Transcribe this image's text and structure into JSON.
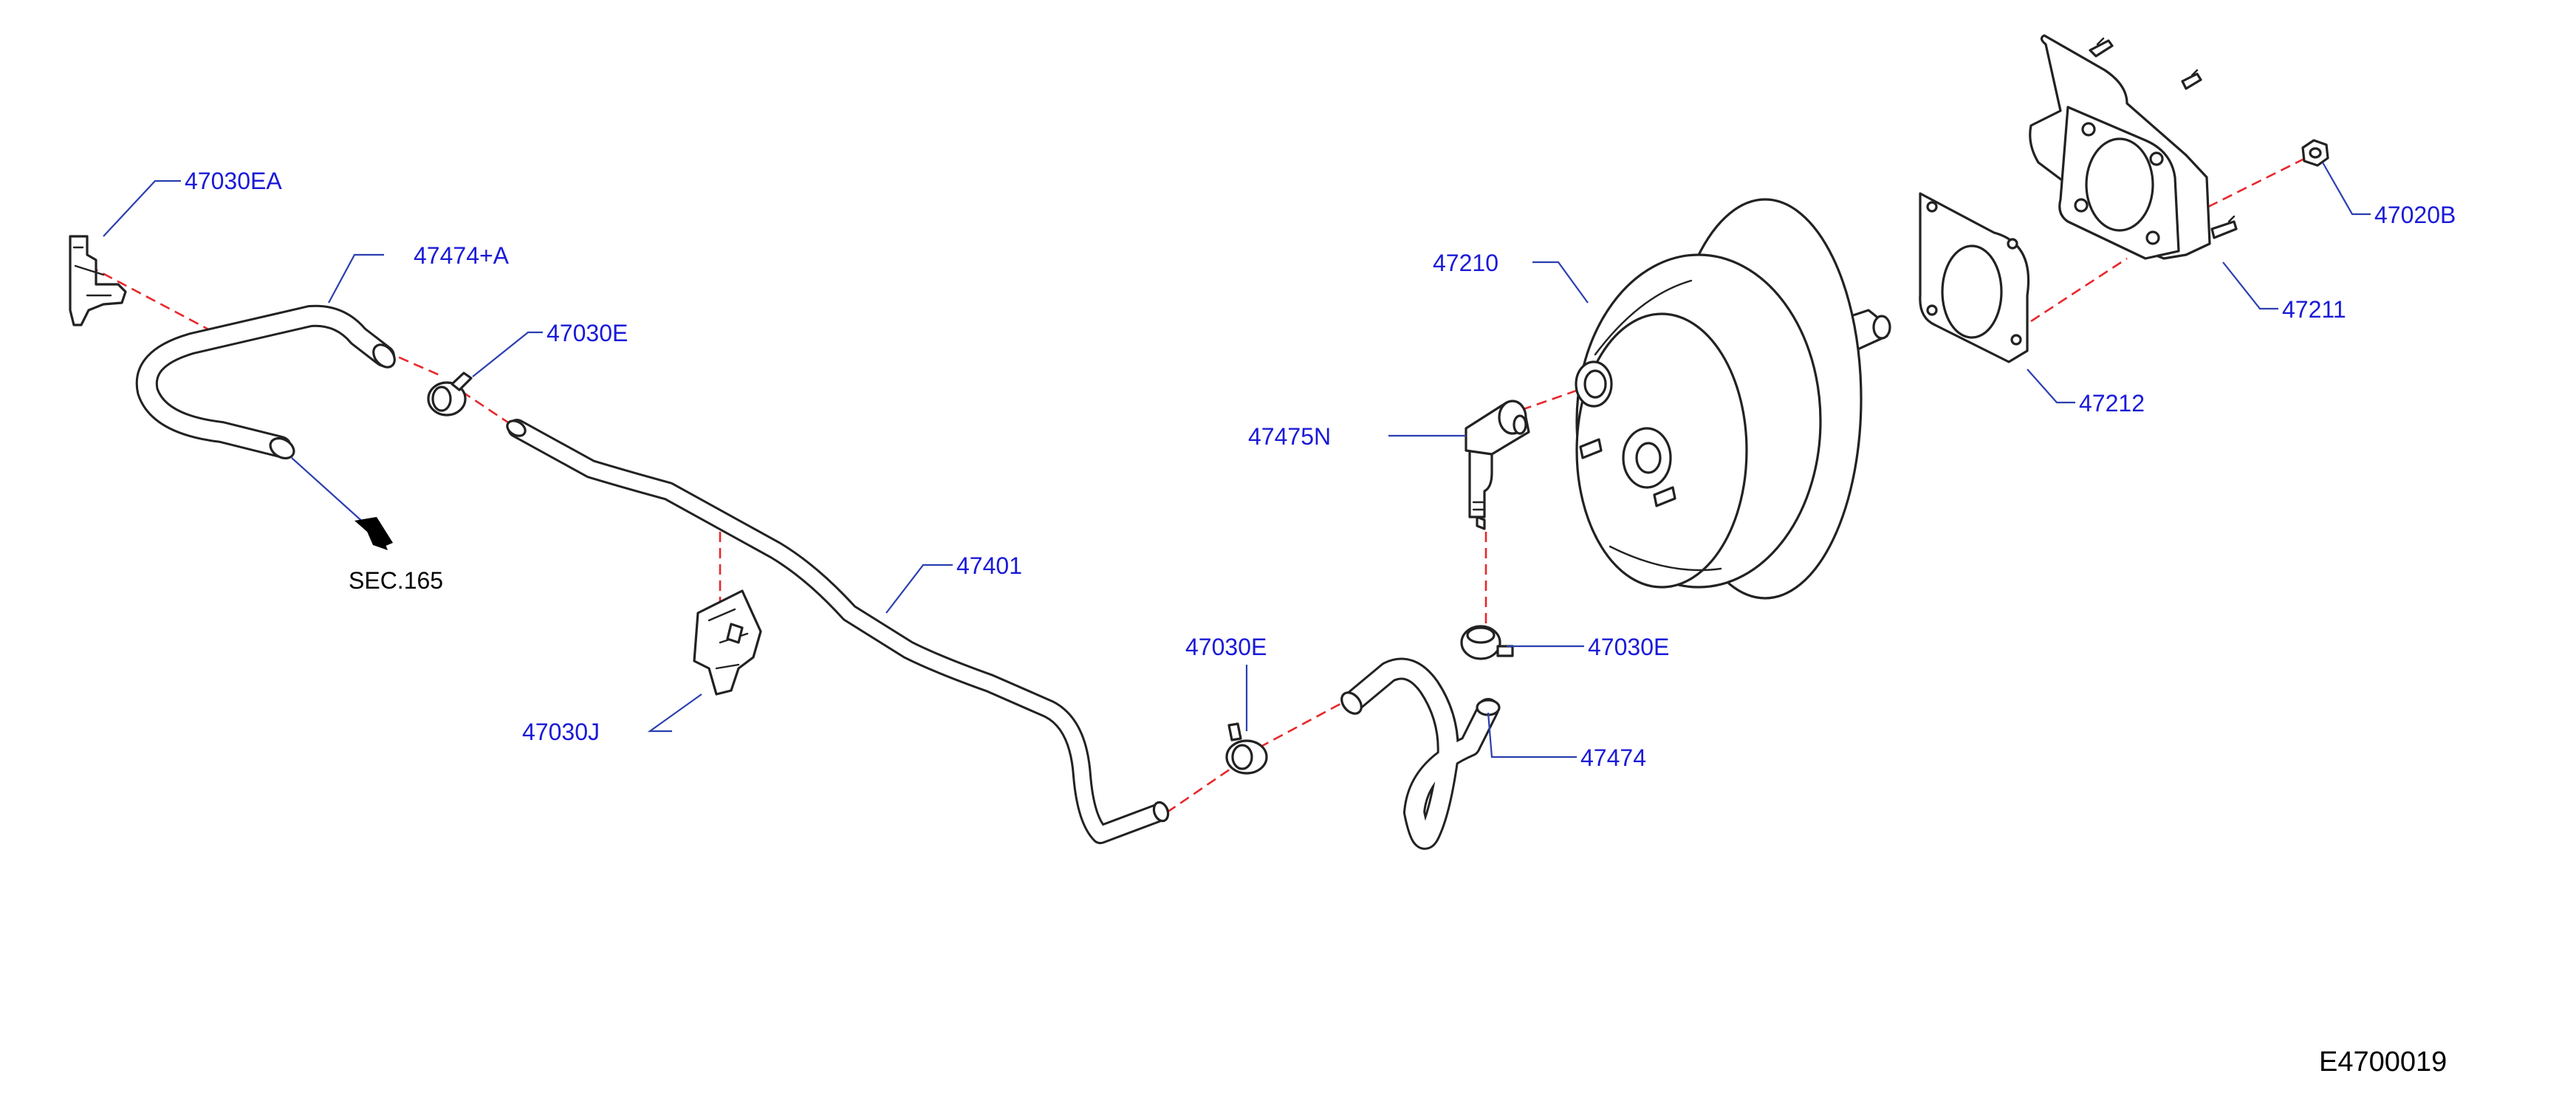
{
  "callouts": {
    "c47030EA": "47030EA",
    "c47474A": "47474+A",
    "c47030E_top": "47030E",
    "c47401": "47401",
    "c47030J": "47030J",
    "c47030E_mid": "47030E",
    "c47030E_right": "47030E",
    "c47474": "47474",
    "c47475N": "47475N",
    "c47210": "47210",
    "c47212": "47212",
    "c47211": "47211",
    "c47020B": "47020B"
  },
  "reference": {
    "section": "SEC.165"
  },
  "figure_code": "E4700019",
  "colors": {
    "callout_text": "#1a1ad8",
    "leader_line": "#2b3fb0",
    "dashed_axis": "#e8272b",
    "outline": "#222222"
  }
}
